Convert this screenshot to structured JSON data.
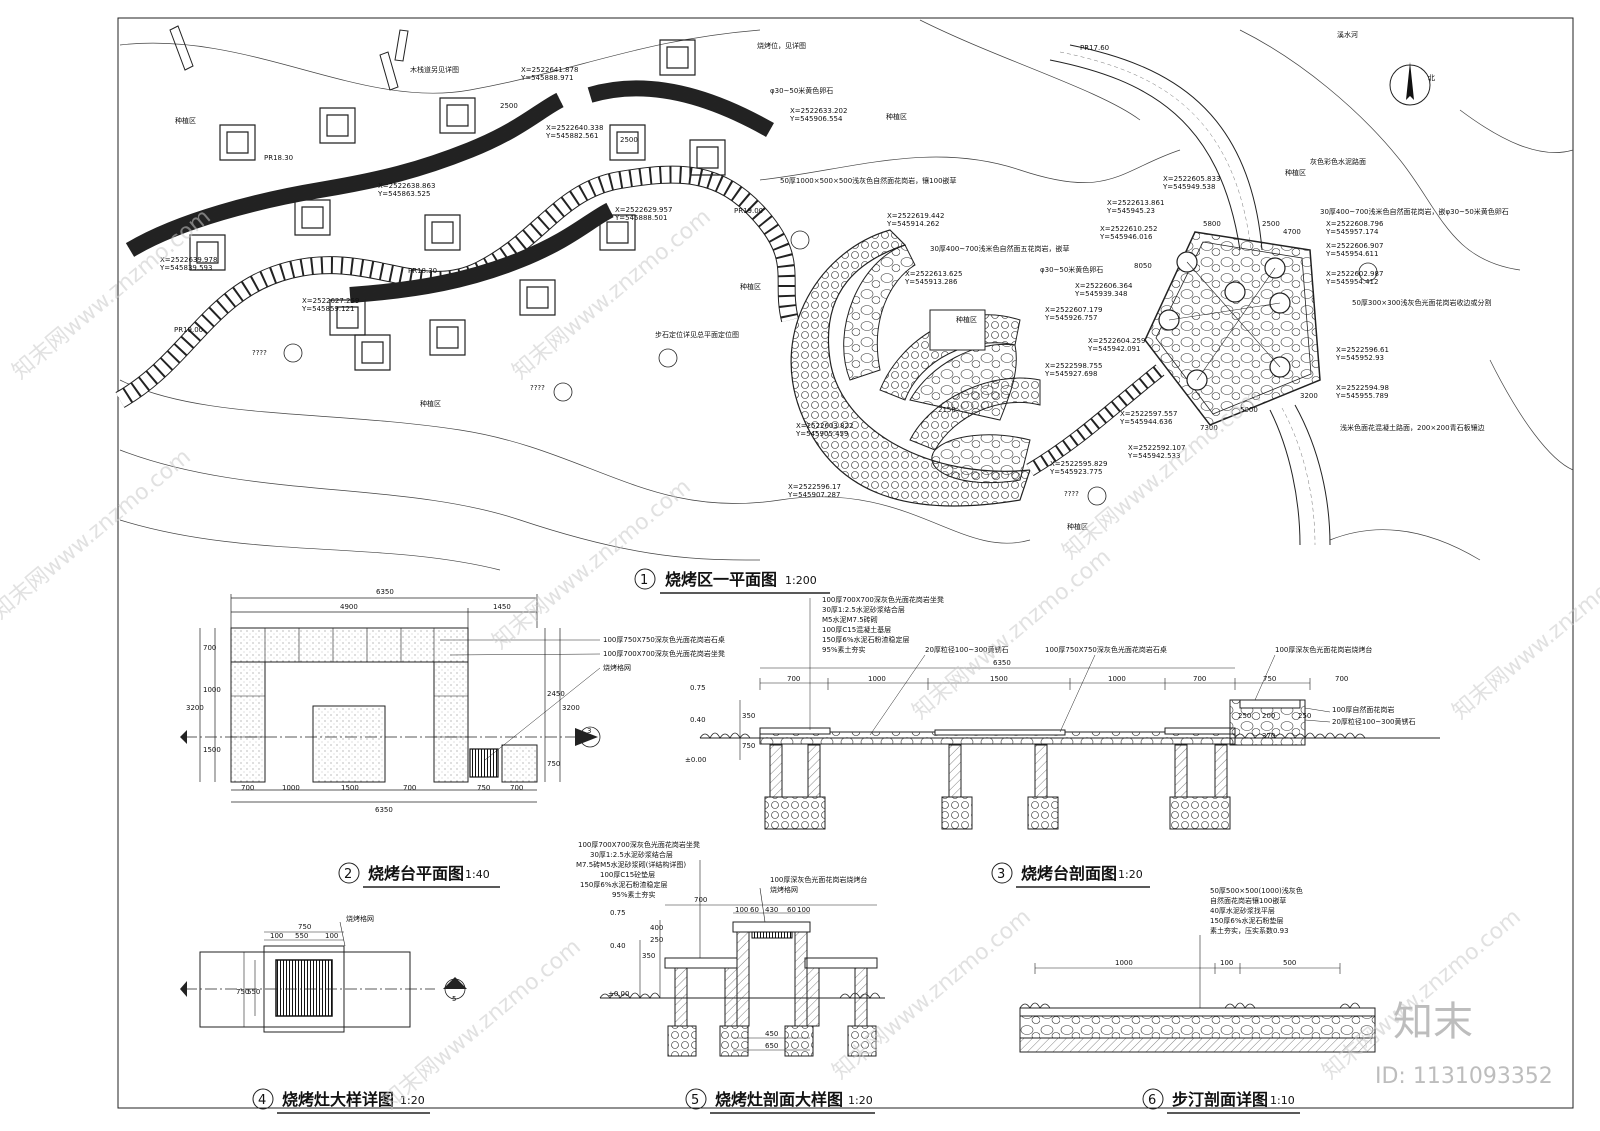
{
  "titles": {
    "t1": {
      "num": "1",
      "text": "烧烤区一平面图",
      "scale": "1:200"
    },
    "t2": {
      "num": "2",
      "text": "烧烤台平面图",
      "scale": "1:40"
    },
    "t3": {
      "num": "3",
      "text": "烧烤台剖面图",
      "scale": "1:20"
    },
    "t4": {
      "num": "4",
      "text": "烧烤灶大样详图",
      "scale": "1:20"
    },
    "t5": {
      "num": "5",
      "text": "烧烤灶剖面大样图",
      "scale": "1:20"
    },
    "t6": {
      "num": "6",
      "text": "步汀剖面详图",
      "scale": "1:10"
    }
  },
  "plan": {
    "north": "北",
    "river": "溪水河",
    "pr1": "PR17.60",
    "pr2": "PR18.30",
    "pr3": "PR18.30",
    "pr4": "PR19.00",
    "pr5": "PR19.00",
    "plant1": "种植区",
    "plant2": "种植区",
    "plant3": "种植区",
    "plant4": "种植区",
    "plant5": "种植区",
    "plant6": "种植区",
    "plant7": "种植区",
    "note_wood": "木栈道另见详图",
    "note_bbq": "烧烤位，见详图",
    "note_pebble1": "φ30~50米黄色卵石",
    "note_pebble2": "φ30~50米黄色卵石",
    "note_slab": "50厚1000×500×500浅灰色自然面花岗岩，镶100嵌草",
    "note_stone": "30厚400~700浅米色自然面五花岗岩，嵌草",
    "note_step": "步石定位详见总平面定位图",
    "note_color": "灰色彩色水泥路面",
    "note_granite": "30厚400~700浅米色自然面花岗岩，嵌φ30~50米黄色卵石",
    "note_tile": "50厚300×300浅灰色光面花岗岩收边或分割",
    "note_edge": "浅米色面花混凝土路面，200×200青石板镶边",
    "qmark1": "????",
    "qmark2": "????",
    "qmark3": "????",
    "coords": [
      "X=2522641.878",
      "Y=545888.971",
      "X=2522633.202",
      "Y=545906.554",
      "X=2522640.338",
      "Y=545882.561",
      "X=2522638.863",
      "Y=545863.525",
      "X=2522639.978",
      "Y=545839.593",
      "X=2522629.957",
      "Y=545888.501",
      "X=2522627.259",
      "Y=545859.121",
      "X=2522619.442",
      "Y=545914.262",
      "X=2522613.625",
      "Y=545913.286",
      "X=2522607.179",
      "Y=545926.757",
      "X=2522604.259",
      "Y=545942.091",
      "X=2522598.755",
      "Y=545927.698",
      "X=2522603.822",
      "Y=545905.459",
      "X=2522595.829",
      "Y=545923.775",
      "X=2522596.17",
      "Y=545907.287",
      "X=2522605.833",
      "Y=545949.538",
      "X=2522613.861",
      "Y=545945.23",
      "X=2522610.252",
      "Y=545946.016",
      "X=2522608.796",
      "Y=545957.174",
      "X=2522606.907",
      "Y=545954.611",
      "X=2522602.987",
      "Y=545954.412",
      "X=2522606.364",
      "Y=545939.348",
      "X=2522596.61",
      "Y=545952.93",
      "X=2522594.98",
      "Y=545955.789",
      "X=2522597.557",
      "Y=545944.636",
      "X=2522592.107",
      "Y=545942.533"
    ],
    "dims": [
      "5800",
      "2500",
      "4700",
      "8050",
      "7300",
      "5900",
      "3200",
      "2150",
      "2500",
      "2500"
    ]
  },
  "d2": {
    "overall": "6350",
    "d4900": "4900",
    "d1450": "1450",
    "b700a": "700",
    "b1000": "1000",
    "b1500": "1500",
    "b700b": "700",
    "b750": "750",
    "b700c": "700",
    "bottom": "6350",
    "l700": "700",
    "l1000": "1000",
    "l1500": "1500",
    "l3200": "3200",
    "r2450": "2450",
    "r3200": "3200",
    "r750": "750",
    "n1": "100厚750X750深灰色光面花岗岩石桌",
    "n2": "100厚700X700深灰色光面花岗岩坐凳",
    "n3": "烧烤格网",
    "sec": "3"
  },
  "d3": {
    "n1": "100厚700X700深灰色光面花岗岩坐凳",
    "n2": "30厚1:2.5水泥砂浆结合层",
    "n3": "M5水泥M7.5砖砌",
    "n4": "100厚C15混凝土基层",
    "n5": "150厚6%水泥石粉渣稳定层",
    "n6": "95%素土夯实",
    "n7": "20厚粒径100~300黄锈石",
    "n8": "100厚750X750深灰色光面花岗岩石桌",
    "n9": "100厚深灰色光面花岗岩烧烤台",
    "n10": "100厚自然面花岗岩",
    "n11": "20厚粒径100~300黄锈石",
    "total": "6350",
    "s700a": "700",
    "s1000a": "1000",
    "s1500": "1500",
    "s1000b": "1000",
    "s700b": "700",
    "s750": "750",
    "s700c": "700",
    "e075": "0.75",
    "e040": "0.40",
    "e000": "±0.00",
    "v350": "350",
    "v750": "750",
    "v250a": "250",
    "v200": "200",
    "v370": "370",
    "v250b": "250"
  },
  "d4": {
    "top": "750",
    "t100a": "100",
    "t550": "550",
    "t100b": "100",
    "l750": "750",
    "l550": "550",
    "note": "烧烤格网",
    "sec": "5"
  },
  "d5": {
    "n1": "100厚700X700深灰色光面花岗岩坐凳",
    "n2": "30厚1:2.5水泥砂浆结合层",
    "n3": "M7.5砖M5水泥砂浆砌(详结构详图)",
    "n4": "100厚C15砼垫层",
    "n5": "150厚6%水泥石粉渣稳定层",
    "n6": "95%素土夯实",
    "n7": "100厚深灰色光面花岗岩烧烤台",
    "n8": "烧烤格网",
    "w700": "700",
    "w100": "100",
    "w60a": "60",
    "w430": "430",
    "w60b": "60",
    "w100b": "100",
    "b450": "450",
    "b650": "650",
    "e075": "0.75",
    "e040": "0.40",
    "e000": "±0.00",
    "v350": "350",
    "v250": "250",
    "v400": "400"
  },
  "d6": {
    "n1": "50厚500×500(1000)浅灰色",
    "n2": "自然面花岗岩镶100嵌草",
    "n3": "40厚水泥砂浆找平层",
    "n4": "150厚6%水泥石粉垫层",
    "n5": "素土夯实，压实系数0.93",
    "d1000": "1000",
    "d100": "100",
    "d500": "500"
  },
  "brand": "知末",
  "image_id": "ID: 1131093352",
  "watermark": "知末网www.znzmo.com"
}
